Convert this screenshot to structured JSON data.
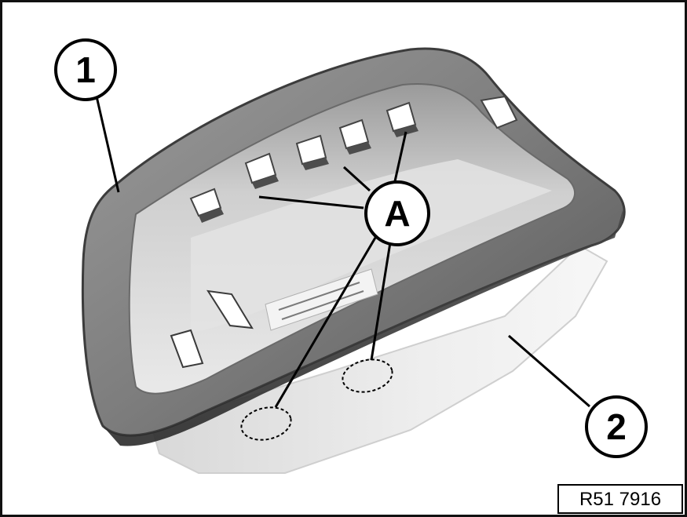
{
  "callouts": {
    "one": "1",
    "two": "2",
    "a": "A"
  },
  "reference_code": "R51 7916",
  "colors": {
    "ink": "#000000",
    "paper": "#ffffff"
  }
}
